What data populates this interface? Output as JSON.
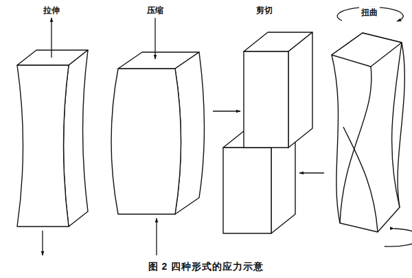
{
  "diagram": {
    "caption": "图 2 四种形式的应力示意",
    "labels": [
      "拉伸",
      "压缩",
      "剪切",
      "扭曲"
    ]
  }
}
